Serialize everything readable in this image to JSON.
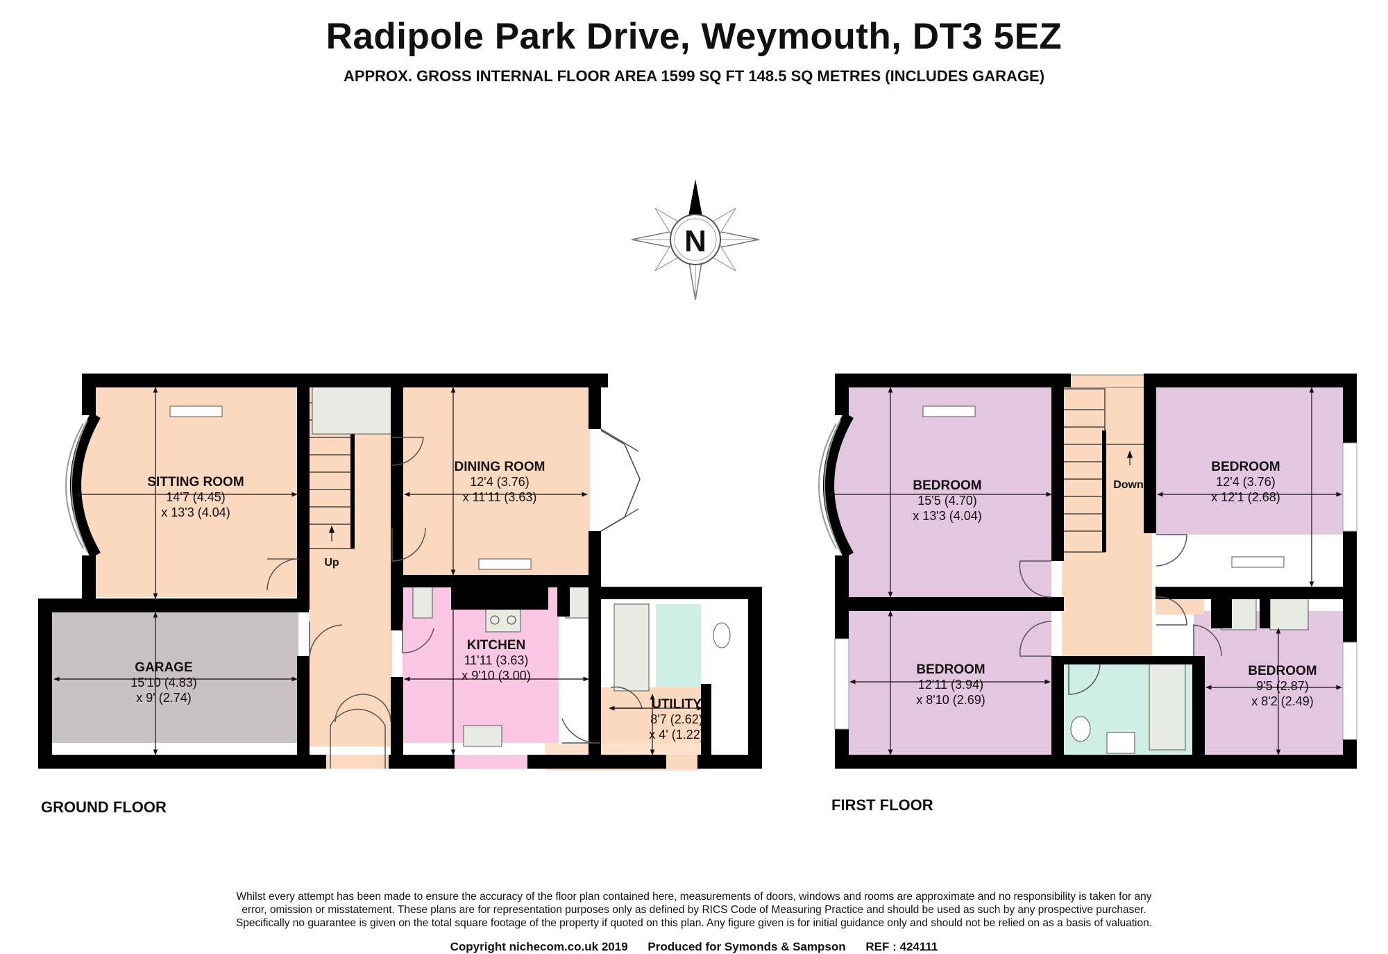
{
  "header": {
    "title": "Radipole Park Drive, Weymouth, DT3 5EZ",
    "subtitle": "APPROX. GROSS INTERNAL FLOOR AREA 1599 SQ FT 148.5 SQ METRES (INCLUDES GARAGE)"
  },
  "compass": {
    "label": "N"
  },
  "colors": {
    "wall": "#000000",
    "sitting": "#fbd9be",
    "garage": "#c8c2c4",
    "kitchen": "#f9c6e4",
    "bedroom": "#e3c7e0",
    "bathroom": "#cfeee6",
    "landing": "#fbd9be",
    "fitting": "#e8ebe3"
  },
  "ground_floor": {
    "label": "GROUND FLOOR",
    "stairs_label": "Up",
    "rooms": {
      "sitting": {
        "name": "SITTING ROOM",
        "dim1": "14'7 (4.45)",
        "dim2": "x 13'3 (4.04)"
      },
      "dining": {
        "name": "DINING ROOM",
        "dim1": "12'4 (3.76)",
        "dim2": "x 11'11 (3.63)"
      },
      "garage": {
        "name": "GARAGE",
        "dim1": "15'10 (4.83)",
        "dim2": "x 9' (2.74)"
      },
      "kitchen": {
        "name": "KITCHEN",
        "dim1": "11'11 (3.63)",
        "dim2": "x 9'10 (3.00)"
      },
      "utility": {
        "name": "UTILITY",
        "dim1": "8'7 (2.62)",
        "dim2": "x 4' (1.22)"
      }
    }
  },
  "first_floor": {
    "label": "FIRST FLOOR",
    "stairs_label": "Down",
    "rooms": {
      "bed1": {
        "name": "BEDROOM",
        "dim1": "15'5 (4.70)",
        "dim2": "x 13'3 (4.04)"
      },
      "bed2": {
        "name": "BEDROOM",
        "dim1": "12'4 (3.76)",
        "dim2": "x 12'1 (2.68)"
      },
      "bed3": {
        "name": "BEDROOM",
        "dim1": "12'11 (3.94)",
        "dim2": "x 8'10 (2.69)"
      },
      "bed4": {
        "name": "BEDROOM",
        "dim1": "9'5 (2.87)",
        "dim2": "x 8'2 (2.49)"
      }
    }
  },
  "disclaimer": {
    "line1": "Whilst every attempt has been made to ensure the accuracy of the floor plan contained here, measurements of doors, windows and rooms are approximate and no responsibility is taken for any",
    "line2": "error, omission or misstatement. These plans are for representation purposes only as defined by RICS Code of Measuring Practice and should be used as such by any prospective purchaser.",
    "line3": "Specifically no guarantee is given on the total square footage of the property if quoted on this plan. Any figure given is for initial guidance only and should not be relied on as a basis of valuation."
  },
  "footer": {
    "copyright": "Copyright nichecom.co.uk 2019",
    "produced": "Produced for Symonds & Sampson",
    "ref": "REF : 424111"
  }
}
